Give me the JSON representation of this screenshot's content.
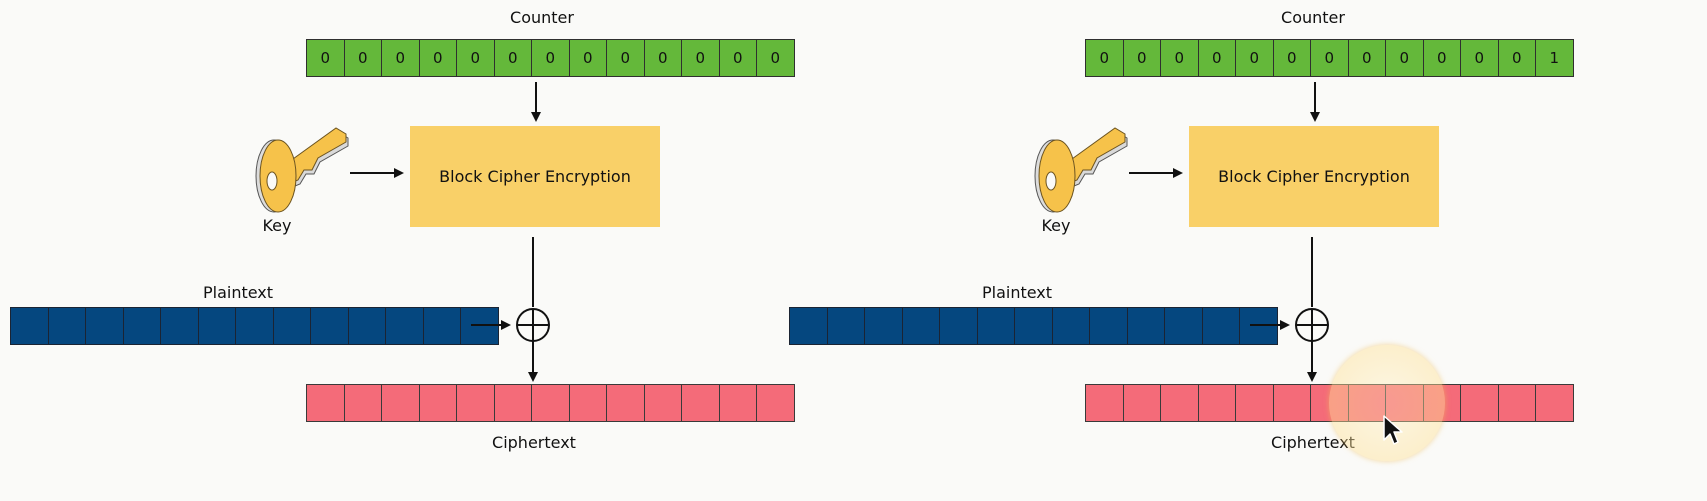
{
  "labels": {
    "counter": "Counter",
    "block_cipher": "Block Cipher Encryption",
    "key": "Key",
    "plaintext": "Plaintext",
    "ciphertext": "Ciphertext"
  },
  "panels": [
    {
      "counter_bytes": [
        "0",
        "0",
        "0",
        "0",
        "0",
        "0",
        "0",
        "0",
        "0",
        "0",
        "0",
        "0",
        "0"
      ]
    },
    {
      "counter_bytes": [
        "0",
        "0",
        "0",
        "0",
        "0",
        "0",
        "0",
        "0",
        "0",
        "0",
        "0",
        "0",
        "1"
      ]
    }
  ],
  "block_cell_count": 13,
  "colors": {
    "counter": "#64b83a",
    "plaintext": "#05477f",
    "ciphertext": "#f46b79",
    "block_cipher": "#f9d068",
    "key": "#f6c24a"
  },
  "icons": [
    "key-icon",
    "xor-icon",
    "cursor-icon"
  ]
}
